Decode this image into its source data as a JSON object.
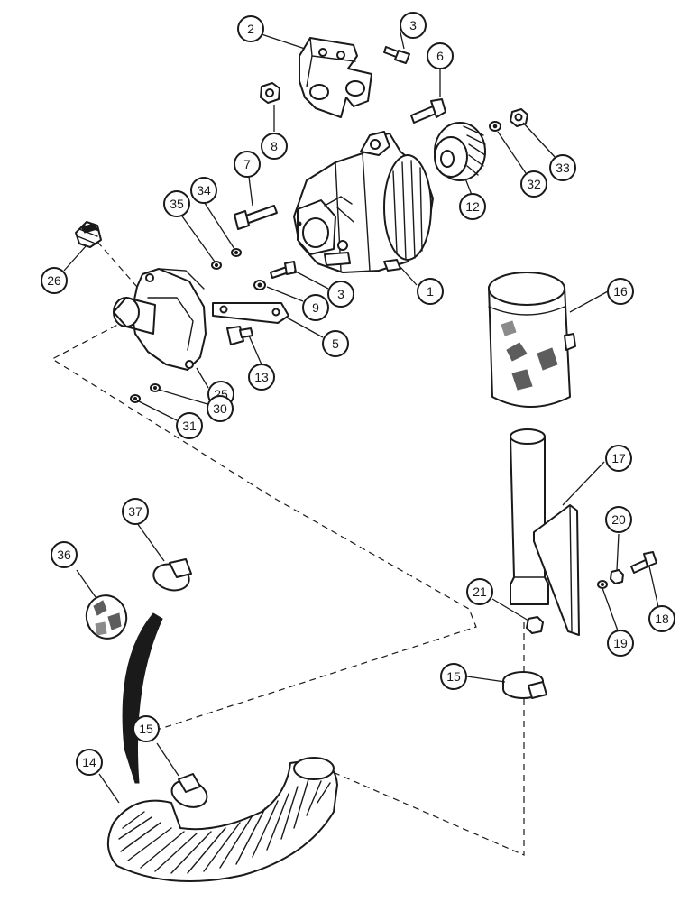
{
  "callouts": [
    {
      "id": "c2",
      "label": "2"
    },
    {
      "id": "c3a",
      "label": "3"
    },
    {
      "id": "c6",
      "label": "6"
    },
    {
      "id": "c8",
      "label": "8"
    },
    {
      "id": "c7",
      "label": "7"
    },
    {
      "id": "c34",
      "label": "34"
    },
    {
      "id": "c35",
      "label": "35"
    },
    {
      "id": "c12",
      "label": "12"
    },
    {
      "id": "c32",
      "label": "32"
    },
    {
      "id": "c33",
      "label": "33"
    },
    {
      "id": "c26",
      "label": "26"
    },
    {
      "id": "c1",
      "label": "1"
    },
    {
      "id": "c3b",
      "label": "3"
    },
    {
      "id": "c9",
      "label": "9"
    },
    {
      "id": "c16",
      "label": "16"
    },
    {
      "id": "c5",
      "label": "5"
    },
    {
      "id": "c13",
      "label": "13"
    },
    {
      "id": "c25",
      "label": "25"
    },
    {
      "id": "c30",
      "label": "30"
    },
    {
      "id": "c31",
      "label": "31"
    },
    {
      "id": "c17",
      "label": "17"
    },
    {
      "id": "c37",
      "label": "37"
    },
    {
      "id": "c20",
      "label": "20"
    },
    {
      "id": "c36",
      "label": "36"
    },
    {
      "id": "c21",
      "label": "21"
    },
    {
      "id": "c19",
      "label": "19"
    },
    {
      "id": "c18",
      "label": "18"
    },
    {
      "id": "c15a",
      "label": "15"
    },
    {
      "id": "c15b",
      "label": "15"
    },
    {
      "id": "c14",
      "label": "14"
    }
  ]
}
